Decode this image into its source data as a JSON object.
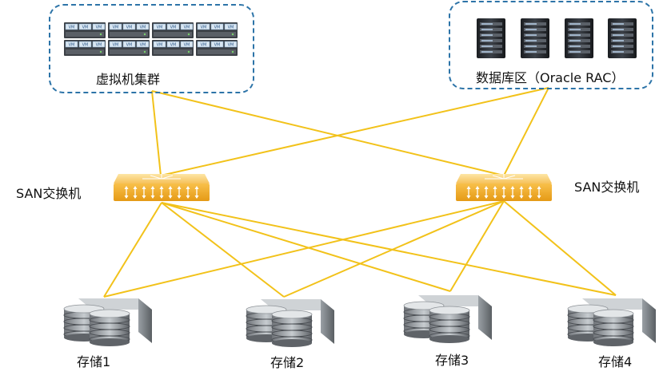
{
  "vm_cluster": {
    "label": "虚拟机集群",
    "vm_tag": "VM"
  },
  "database": {
    "label": "数据库区（Oracle RAC）"
  },
  "switches": [
    {
      "label": "SAN交换机"
    },
    {
      "label": "SAN交换机"
    }
  ],
  "storage": [
    {
      "label": "存储1"
    },
    {
      "label": "存储2"
    },
    {
      "label": "存储3"
    },
    {
      "label": "存储4"
    }
  ],
  "colors": {
    "link": "#f2c21a",
    "border": "#2d74a8",
    "switch": "#f6b93a"
  }
}
